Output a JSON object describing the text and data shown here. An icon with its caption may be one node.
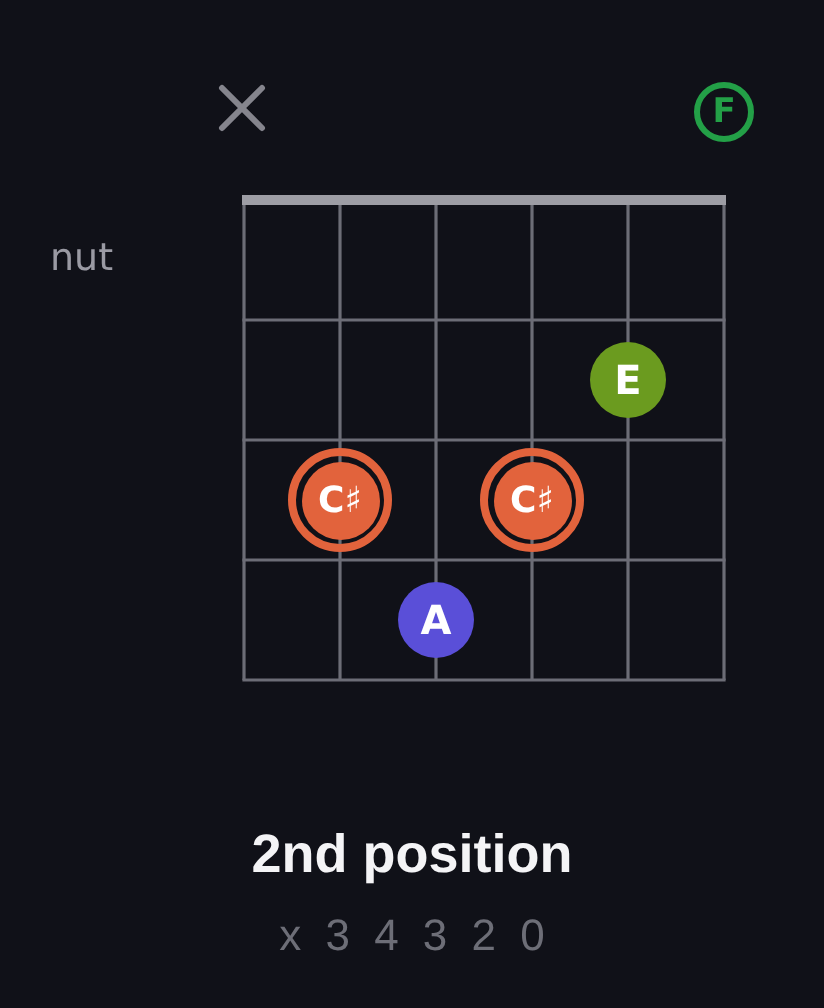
{
  "diagram": {
    "title": "2nd position",
    "nodes": [
      {
        "text": [],
        "shape": "cross"
      },
      {
        "text": [
          "F"
        ]
      },
      {
        "text": [
          "E"
        ]
      },
      {
        "text": [
          "C♯"
        ]
      },
      {
        "text": [
          "C♯"
        ]
      },
      {
        "text": [
          "A"
        ]
      }
    ],
    "labels": [
      "nut",
      "x 3 4 3 2 0"
    ]
  }
}
